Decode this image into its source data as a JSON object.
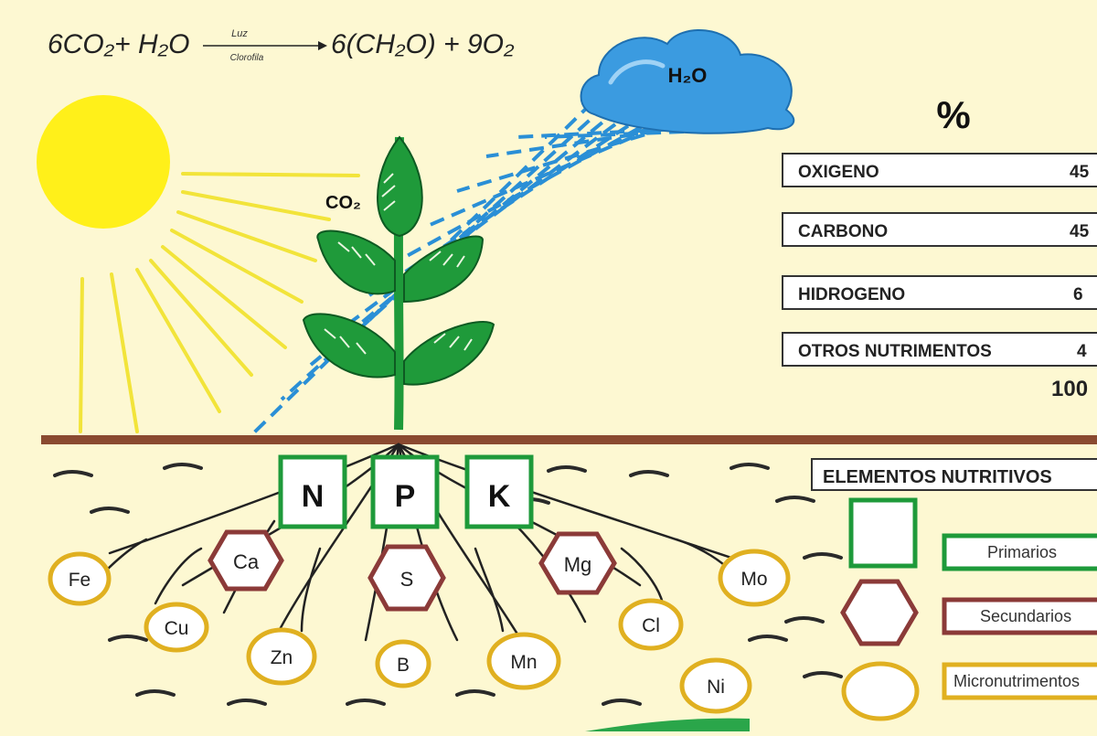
{
  "equation": {
    "reactants": "6CO₂+ H₂O",
    "arrow_top": "Luz",
    "arrow_bottom": "Clorofila",
    "products": "6(CH₂O) + 9O₂"
  },
  "cloud_label": "H₂O",
  "co2_label": "CO₂",
  "percent_table": {
    "header": "%",
    "rows": [
      {
        "name": "OXIGENO",
        "value": "45"
      },
      {
        "name": "CARBONO",
        "value": "45"
      },
      {
        "name": "HIDROGENO",
        "value": "6"
      },
      {
        "name": "OTROS NUTRIMENTOS",
        "value": "4"
      }
    ],
    "total": "100"
  },
  "npk": [
    "N",
    "P",
    "K"
  ],
  "secondary_elements": [
    "Ca",
    "S",
    "Mg"
  ],
  "micro_elements": [
    "Fe",
    "Cu",
    "Zn",
    "B",
    "Mn",
    "Cl",
    "Mo",
    "Ni"
  ],
  "legend": {
    "title": "ELEMENTOS NUTRITIVOS",
    "primary": "Primarios",
    "secondary": "Secundarios",
    "micro": "Micronutrimentos"
  },
  "colors": {
    "background": "#fdf8d2",
    "sun": "#fff01a",
    "sun_rays": "#f2e43a",
    "ground": "#8a4a30",
    "plant": "#1f9a3a",
    "rain": "#2a8fd6",
    "cloud": "#3b9be0",
    "primary_border": "#1e9a3a",
    "secondary_border": "#8b3a38",
    "micro_border": "#e0b020"
  }
}
